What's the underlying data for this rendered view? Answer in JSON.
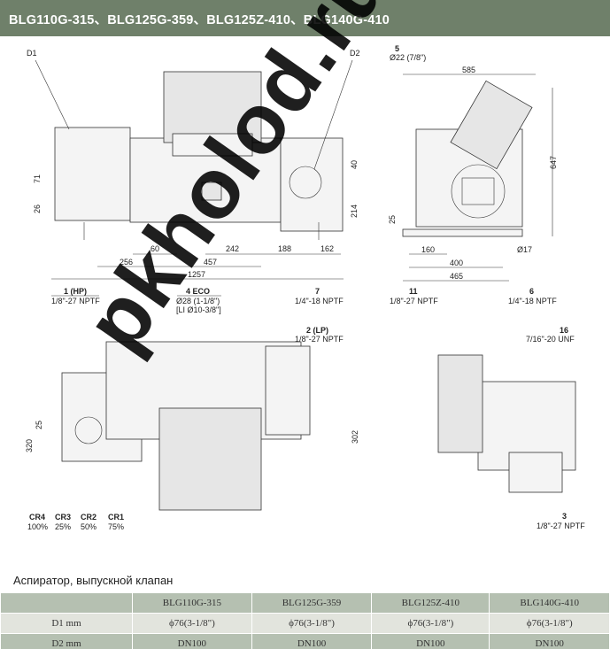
{
  "header": {
    "title": "BLG110G-315、BLG125G-359、BLG125Z-410、BLG140G-410"
  },
  "drawing": {
    "top_left": {
      "d1": "D1",
      "d2": "D2",
      "dims": {
        "h71": "71",
        "h26": "26",
        "h40": "40",
        "h214": "214",
        "w60": "60",
        "w256": "256",
        "w457": "457",
        "w242": "242",
        "w188": "188",
        "w162": "162",
        "w1257": "1257"
      },
      "conn1": {
        "title": "1 (HP)",
        "spec": "1/8\"-27 NPTF"
      },
      "conn4": {
        "title": "4 ECO",
        "spec": "Ø28 (1-1/8\")",
        "spec2": "[LI Ø10-3/8\"]"
      },
      "conn7": {
        "title": "7",
        "spec": "1/4\"-18 NPTF"
      }
    },
    "top_right": {
      "conn5": {
        "title": "5",
        "spec": "Ø22 (7/8\")"
      },
      "dims": {
        "w585": "585",
        "h647": "647",
        "h25": "25",
        "w160": "160",
        "w400": "400",
        "w465": "465",
        "hole": "Ø17"
      },
      "conn11": {
        "title": "11",
        "spec": "1/8\"-27 NPTF"
      },
      "conn6": {
        "title": "6",
        "spec": "1/4\"-18 NPTF"
      }
    },
    "bottom_left": {
      "conn2": {
        "title": "2 (LP)",
        "spec": "1/8\"-27 NPTF"
      },
      "dims": {
        "h320": "320",
        "h25": "25",
        "h302": "302"
      },
      "cr": [
        {
          "name": "CR4",
          "pct": "100%"
        },
        {
          "name": "CR3",
          "pct": "25%"
        },
        {
          "name": "CR2",
          "pct": "50%"
        },
        {
          "name": "CR1",
          "pct": "75%"
        }
      ]
    },
    "bottom_right": {
      "conn16": {
        "title": "16",
        "spec": "7/16\"-20 UNF"
      },
      "conn3": {
        "title": "3",
        "spec": "1/8\"-27 NPTF"
      }
    }
  },
  "watermark": "pkholod.ru",
  "table": {
    "caption": "Аспиратор, выпускной клапан",
    "headers": [
      "",
      "BLG110G-315",
      "BLG125G-359",
      "BLG125Z-410",
      "BLG140G-410"
    ],
    "rows": [
      [
        "D1 mm",
        "ϕ76(3-1/8\")",
        "ϕ76(3-1/8\")",
        "ϕ76(3-1/8\")",
        "ϕ76(3-1/8\")"
      ],
      [
        "D2 mm",
        "DN100",
        "DN100",
        "DN100",
        "DN100"
      ]
    ]
  }
}
